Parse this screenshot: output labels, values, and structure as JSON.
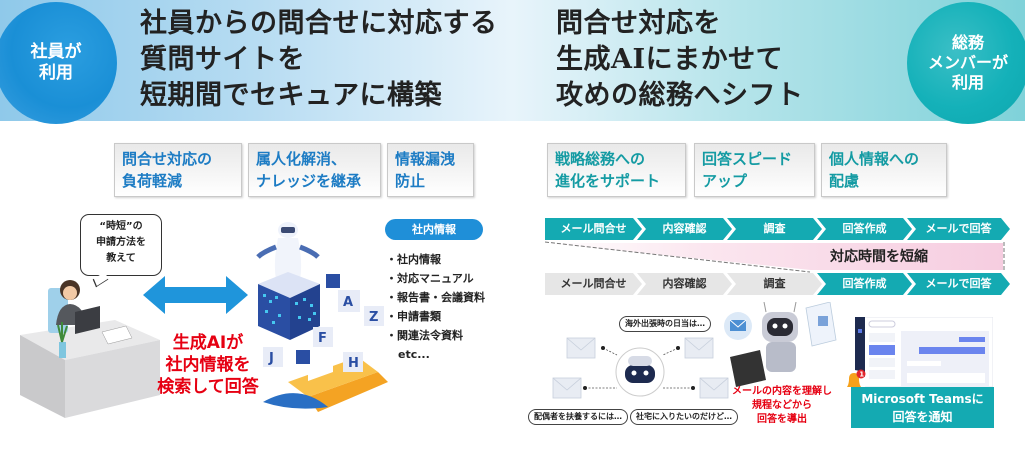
{
  "header": {
    "left_badge": "社員が\n利用",
    "left_badge_lines": [
      "社員が",
      "利用"
    ],
    "left_headline": [
      "社員からの問合せに対応する",
      "質問サイトを",
      "短期間でセキュアに構築"
    ],
    "right_headline": [
      "問合せ対応を",
      "生成AIにまかせて",
      "攻めの総務へシフト"
    ],
    "right_badge_lines": [
      "総務",
      "メンバーが",
      "利用"
    ]
  },
  "left_features": [
    "問合せ対応の\n負荷軽減",
    "属人化解消、\nナレッジを継承",
    "情報漏洩\n防止"
  ],
  "right_features": [
    "戦略総務への\n進化をサポート",
    "回答スピード\nアップ",
    "個人情報への\n配慮"
  ],
  "left_scene": {
    "speech_bubble": "“時短”の\n申請方法を\n教えて",
    "caption": "生成AIが\n社内情報を\n検索して回答",
    "cube_letters": [
      "A",
      "F",
      "J",
      "H",
      "Z"
    ],
    "info_pill": "社内情報",
    "info_items": [
      "・社内情報",
      "・対応マニュアル",
      "・報告書・会議資料",
      "・申請書類",
      "・関連法令資料"
    ],
    "info_etc": "etc..."
  },
  "flow": {
    "top_steps": [
      "メール問合せ",
      "内容確認",
      "調査",
      "回答作成",
      "メールで回答"
    ],
    "bottom_steps": [
      "メール問合せ",
      "内容確認",
      "調査",
      "回答作成",
      "メールで回答"
    ],
    "bottom_active": [
      false,
      false,
      false,
      true,
      true
    ],
    "shorten_label": "対応時間を短縮"
  },
  "right_scene": {
    "questions": [
      "海外出張時の日当は…",
      "配偶者を扶養するには…",
      "社宅に入りたいのだけど…"
    ],
    "caption": "メールの内容を理解し\n規程などから\n回答を導出",
    "teams_banner": "Microsoft Teamsに\n回答を通知",
    "bell_count": "1"
  },
  "colors": {
    "blue_accent": "#1d7cc4",
    "teal_accent": "#14aab2",
    "red_caption": "#e60012",
    "pill_blue": "#1f8fd8",
    "pink_band": "#f6cde0"
  }
}
